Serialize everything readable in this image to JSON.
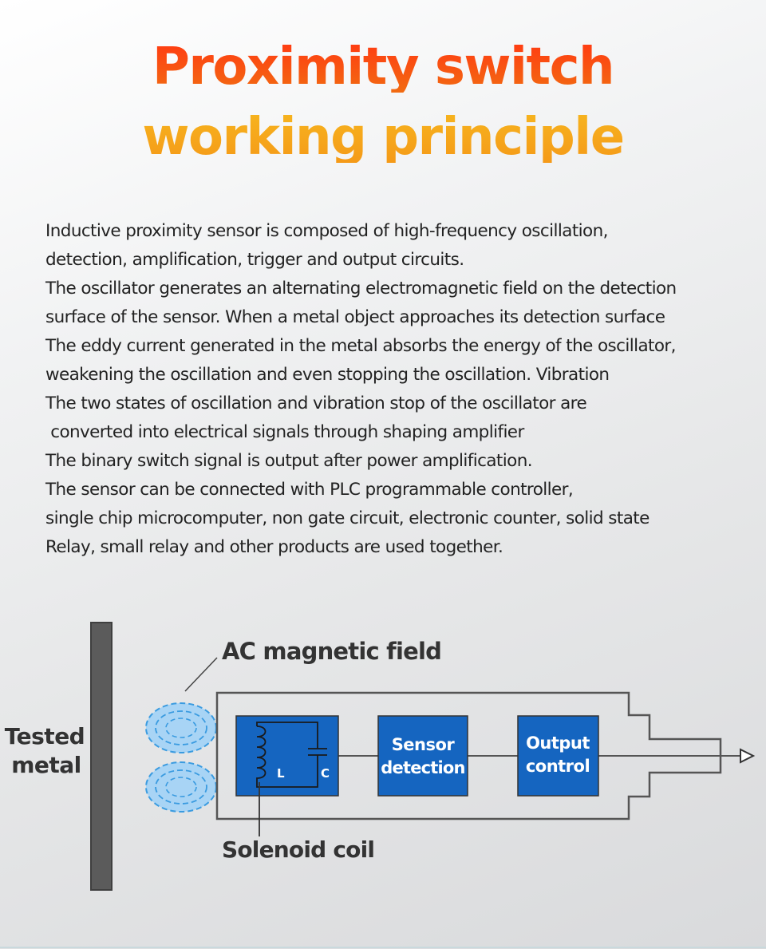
{
  "title": {
    "line1": "Proximity switch",
    "line2": "working principle"
  },
  "description": [
    "Inductive proximity sensor is composed of high-frequency oscillation,",
    "detection, amplification, trigger and output circuits.",
    "The oscillator generates an alternating electromagnetic field on the detection",
    "surface of the sensor. When a metal object approaches its detection surface",
    "The eddy current generated in the metal absorbs the energy of the oscillator,",
    "weakening the oscillation and even stopping the oscillation. Vibration",
    "The two states of oscillation and vibration stop of the oscillator are",
    " converted into electrical signals through shaping amplifier",
    "The binary switch signal is output after power amplification.",
    "The sensor can be connected with PLC programmable controller,",
    "single chip microcomputer, non gate circuit, electronic counter, solid state",
    "Relay, small relay and other products are used together."
  ],
  "diagram": {
    "tested_metal_label_line1": "Tested",
    "tested_metal_label_line2": "metal",
    "magnetic_field_label": "AC magnetic field",
    "solenoid_label": "Solenoid coil",
    "inductor_label": "L",
    "capacitor_label": "C",
    "sensor_block_line1": "Sensor",
    "sensor_block_line2": "detection",
    "output_block_line1": "Output",
    "output_block_line2": "control",
    "colors": {
      "block_fill": "#1565c0",
      "field_fill": "#a8d4f5",
      "field_stroke": "#3a9be0",
      "metal_fill": "#5b5b5b",
      "line": "#555555"
    }
  }
}
